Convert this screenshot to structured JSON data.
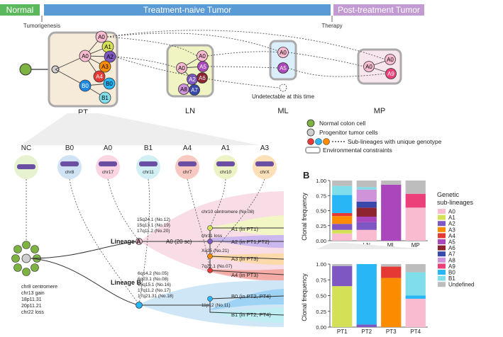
{
  "banner": {
    "normal": "Normal",
    "treatment_naive": "Treatment-naive Tumor",
    "post_treatment": "Post-treatment Tumor",
    "tumorigenesis": "Tumorigenesis",
    "therapy": "Therapy",
    "colors": {
      "normal": "#5cb85c",
      "treatment_naive": "#5b9bd5",
      "post_treatment": "#c39bd3"
    }
  },
  "sites": {
    "pt": "PT",
    "ln": "LN",
    "ml": "ML",
    "mp": "MP",
    "undetectable": "Undetectable at this time"
  },
  "nodes": {
    "a0": "A0",
    "a1": "A1",
    "a2": "A2",
    "a3": "A3",
    "a4": "A4",
    "a5": "A5",
    "a6": "A6",
    "a7": "A7",
    "a8": "A8",
    "a9": "A9",
    "b0": "B0",
    "b1": "B1"
  },
  "legend": {
    "normal": "Normal colon cell",
    "progenitor": "Progenitor tumor cells",
    "sublineages": "Sub-lineages with unique genotype",
    "environment": "Environmental constraints"
  },
  "chromosomes": {
    "heads": [
      "NC",
      "B0",
      "A0",
      "B1",
      "A4",
      "A1",
      "A3"
    ],
    "labels": [
      "",
      "chr8",
      "chr17",
      "chr11",
      "chr7",
      "chr10",
      "chrX"
    ]
  },
  "lineage_tree": {
    "lineage_a": "Lineage A",
    "lineage_b": "Lineage B",
    "a0_sc": "A0 (20 sc)",
    "a_events": [
      "15q24.1 (No.12)",
      "15q13.1 (No.19)",
      "17q11.2 (No.20)"
    ],
    "b_events": [
      "6q14.2 (No.05)",
      "6q23.1 (No.08)",
      "15q15.1 (No.16)",
      "17q11.2 (No.17)",
      "17q21.31 (No.18)"
    ],
    "nc_events": [
      "chr8 centromere",
      "chr13 gain",
      "18p11.31",
      "20p11.21",
      "chr22 loss"
    ],
    "branch_events": {
      "chr10": "chr10 centromere (No.08)",
      "chr11": "chr11 loss",
      "xq25": "Xq25 (No.21)",
      "q7": "7q22.1 (No.07)",
      "p11": "11p12 (No.11)"
    },
    "leaves": {
      "a1": "A1 (in PT1)",
      "a2": "A2 (in PT1,PT2)",
      "a3": "A3 (in PT3)",
      "a4": "A4 (in PT3)",
      "b0": "B0 (in PT2, PT4)",
      "b1": "B1 (in PT2, PT4)"
    }
  },
  "panel_b": {
    "label": "B",
    "ylabel": "Clonal frequency",
    "legend_title": [
      "Genetic",
      "sub-lineages"
    ],
    "legend_items": [
      "A0",
      "A1",
      "A2",
      "A3",
      "A4",
      "A5",
      "A6",
      "A7",
      "A8",
      "A9",
      "B0",
      "B1",
      "Undefined"
    ]
  },
  "colors": {
    "A0": "#f8bbd0",
    "A1": "#d4e157",
    "A2": "#7e57c2",
    "A3": "#fb8c00",
    "A4": "#e53935",
    "A5": "#ab47bc",
    "A6": "#8e2430",
    "A7": "#3949ab",
    "A8": "#ce93d8",
    "A9": "#ec407a",
    "B0": "#29b6f6",
    "B1": "#80deea",
    "Undefined": "#bdbdbd"
  },
  "chart_data": [
    {
      "type": "bar",
      "stacked": true,
      "categories": [
        "PT",
        "LN",
        "ML",
        "MP"
      ],
      "ylabel": "Clonal frequency",
      "ylim": [
        0,
        1
      ],
      "yticks": [
        "0.00",
        "0.25",
        "0.50",
        "0.75",
        "1.00"
      ],
      "series": [
        {
          "name": "A0",
          "values": [
            0.12,
            0.18,
            0.0,
            0.55
          ]
        },
        {
          "name": "A1",
          "values": [
            0.06,
            0.0,
            0.0,
            0.0
          ]
        },
        {
          "name": "A2",
          "values": [
            0.1,
            0.13,
            0.0,
            0.0
          ]
        },
        {
          "name": "A3",
          "values": [
            0.13,
            0.0,
            0.0,
            0.0
          ]
        },
        {
          "name": "A4",
          "values": [
            0.05,
            0.0,
            0.0,
            0.0
          ]
        },
        {
          "name": "A5",
          "values": [
            0.0,
            0.09,
            0.93,
            0.0
          ]
        },
        {
          "name": "A6",
          "values": [
            0.0,
            0.15,
            0.0,
            0.0
          ]
        },
        {
          "name": "A7",
          "values": [
            0.0,
            0.1,
            0.0,
            0.0
          ]
        },
        {
          "name": "A8",
          "values": [
            0.0,
            0.2,
            0.0,
            0.0
          ]
        },
        {
          "name": "A9",
          "values": [
            0.0,
            0.0,
            0.0,
            0.23
          ]
        },
        {
          "name": "B0",
          "values": [
            0.3,
            0.0,
            0.0,
            0.0
          ]
        },
        {
          "name": "B1",
          "values": [
            0.15,
            0.04,
            0.0,
            0.0
          ]
        },
        {
          "name": "Undefined",
          "values": [
            0.09,
            0.11,
            0.07,
            0.22
          ]
        }
      ]
    },
    {
      "type": "bar",
      "stacked": true,
      "categories": [
        "PT1",
        "PT2",
        "PT3",
        "PT4"
      ],
      "ylabel": "Clonal frequency",
      "ylim": [
        0,
        1
      ],
      "yticks": [
        "0.00",
        "0.25",
        "0.50",
        "0.75",
        "1.00"
      ],
      "series": [
        {
          "name": "A0",
          "values": [
            0.0,
            0.0,
            0.0,
            0.45
          ]
        },
        {
          "name": "A1",
          "values": [
            0.65,
            0.0,
            0.0,
            0.0
          ]
        },
        {
          "name": "A2",
          "values": [
            0.32,
            0.04,
            0.0,
            0.0
          ]
        },
        {
          "name": "A3",
          "values": [
            0.0,
            0.0,
            0.78,
            0.0
          ]
        },
        {
          "name": "A4",
          "values": [
            0.0,
            0.0,
            0.18,
            0.0
          ]
        },
        {
          "name": "B0",
          "values": [
            0.0,
            0.96,
            0.0,
            0.05
          ]
        },
        {
          "name": "B1",
          "values": [
            0.0,
            0.0,
            0.0,
            0.37
          ]
        },
        {
          "name": "Undefined",
          "values": [
            0.03,
            0.0,
            0.04,
            0.13
          ]
        }
      ]
    }
  ]
}
